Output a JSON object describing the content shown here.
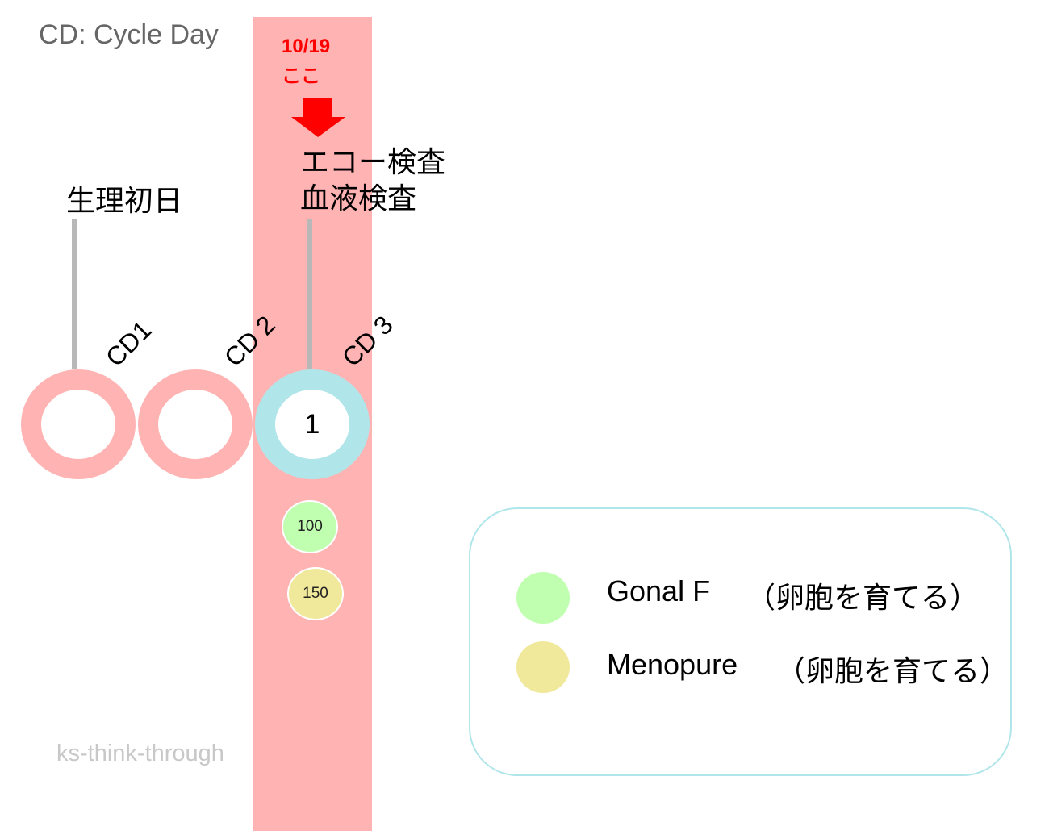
{
  "title": "CD: Cycle Day",
  "today_marker": {
    "date": "10/19",
    "label": "ここ",
    "arrow_icon": "arrow-down-icon"
  },
  "events": {
    "cd1": "生理初日",
    "cd3_line1": "エコー検査",
    "cd3_line2": "血液検査"
  },
  "days": [
    {
      "label": "CD1",
      "value": ""
    },
    {
      "label": "CD 2",
      "value": ""
    },
    {
      "label": "CD 3",
      "value": "1"
    }
  ],
  "doses": [
    {
      "value": "100",
      "drug": "Gonal F"
    },
    {
      "value": "150",
      "drug": "Menopure"
    }
  ],
  "legend": [
    {
      "name": "Gonal F",
      "note": "（卵胞を育てる）",
      "color": "#c0ffb0"
    },
    {
      "name": "Menopure",
      "note": "（卵胞を育てる）",
      "color": "#f0e89a"
    }
  ],
  "watermark": "ks-think-through",
  "colors": {
    "band": "#ffb3b3",
    "current_ring": "#b0e6ea",
    "marker": "#ff0000"
  }
}
